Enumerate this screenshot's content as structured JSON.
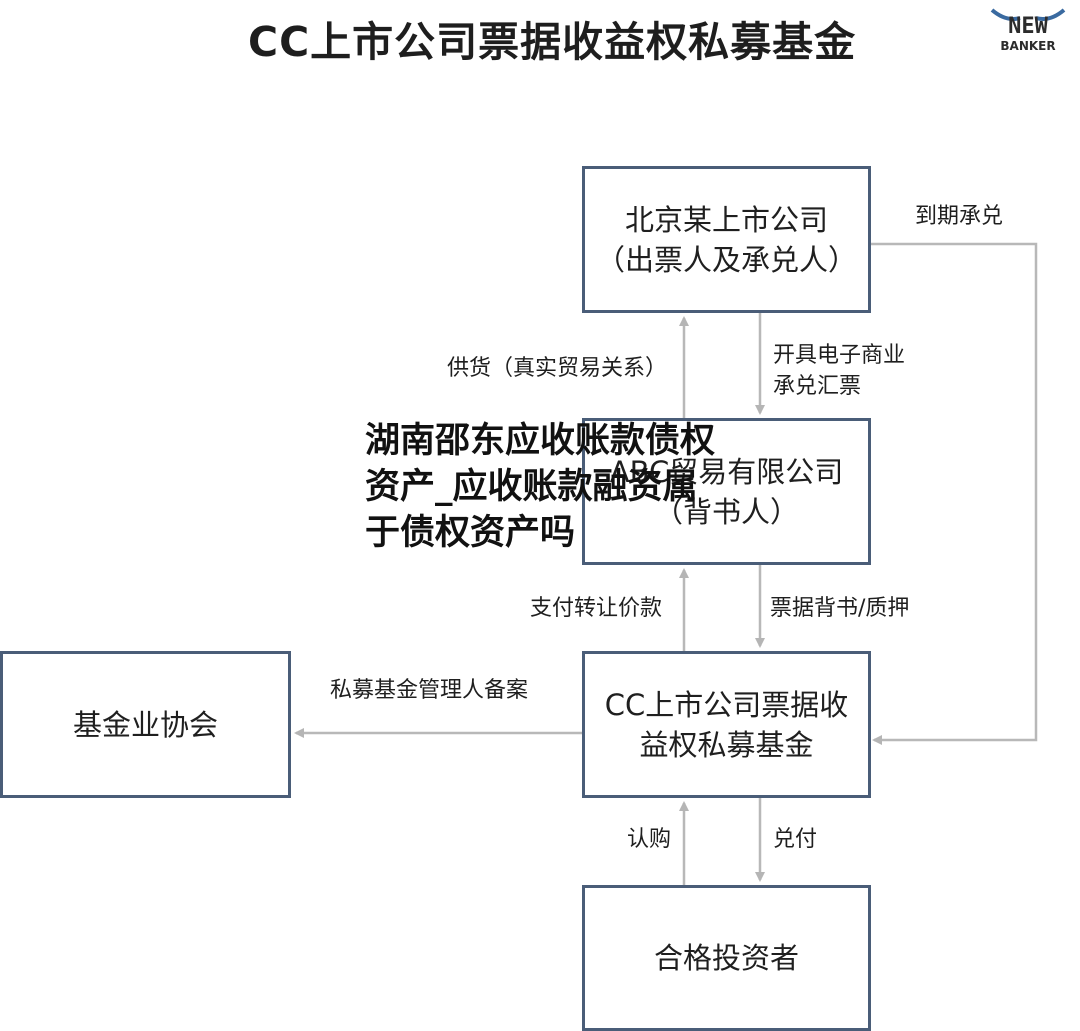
{
  "title": "CC上市公司票据收益权私募基金",
  "logo": {
    "line1": "NEW",
    "line2": "BANKER"
  },
  "boxes": {
    "beijing": {
      "line1": "北京某上市公司",
      "line2": "（出票人及承兑人）"
    },
    "abc": {
      "line1": "ABC贸易有限公司",
      "line2": "（背书人）"
    },
    "fund": {
      "line1": "CC上市公司票据收",
      "line2": "益权私募基金"
    },
    "amac": {
      "line1": "基金业协会"
    },
    "investor": {
      "line1": "合格投资者"
    }
  },
  "labels": {
    "due_acceptance": "到期承兑",
    "supply": "供货（真实贸易关系）",
    "issue_line1": "开具电子商业",
    "issue_line2": "承兑汇票",
    "pay_transfer": "支付转让价款",
    "endorse": "票据背书/质押",
    "record": "私募基金管理人备案",
    "subscribe": "认购",
    "redeem": "兑付"
  },
  "overlay": {
    "line1": "湖南邵东应收账款债权",
    "line2": "资产_应收账款融资属",
    "line3": "于债权资产吗"
  },
  "colors": {
    "box_border": "#4a5d78",
    "arrow": "#b5b5b5"
  }
}
